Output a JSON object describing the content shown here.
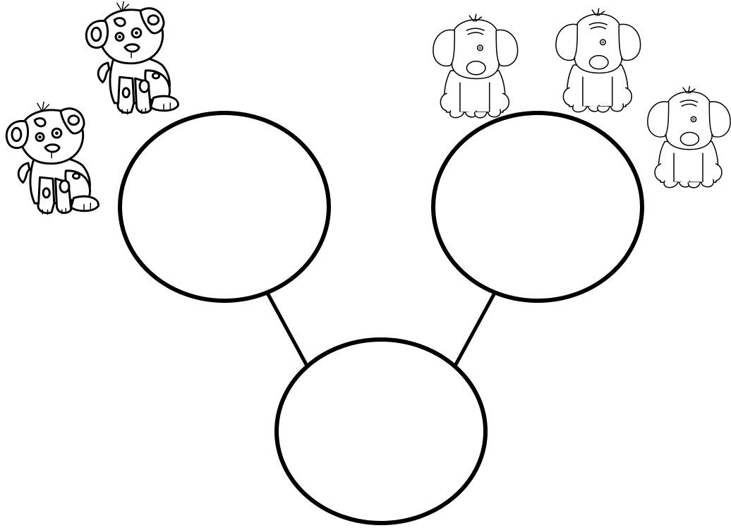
{
  "diagram": {
    "kind": "number-bond",
    "colors": {
      "stroke": "#000000",
      "background": "#ffffff",
      "puppy_eye": "#8a8a8a"
    },
    "circles": [
      {
        "id": "part-left",
        "text": ""
      },
      {
        "id": "part-right",
        "text": ""
      },
      {
        "id": "whole",
        "text": ""
      }
    ],
    "puppy_groups": {
      "left": {
        "style": "spotted",
        "count": 2
      },
      "right": {
        "style": "floppy-ear",
        "count": 3
      }
    }
  }
}
